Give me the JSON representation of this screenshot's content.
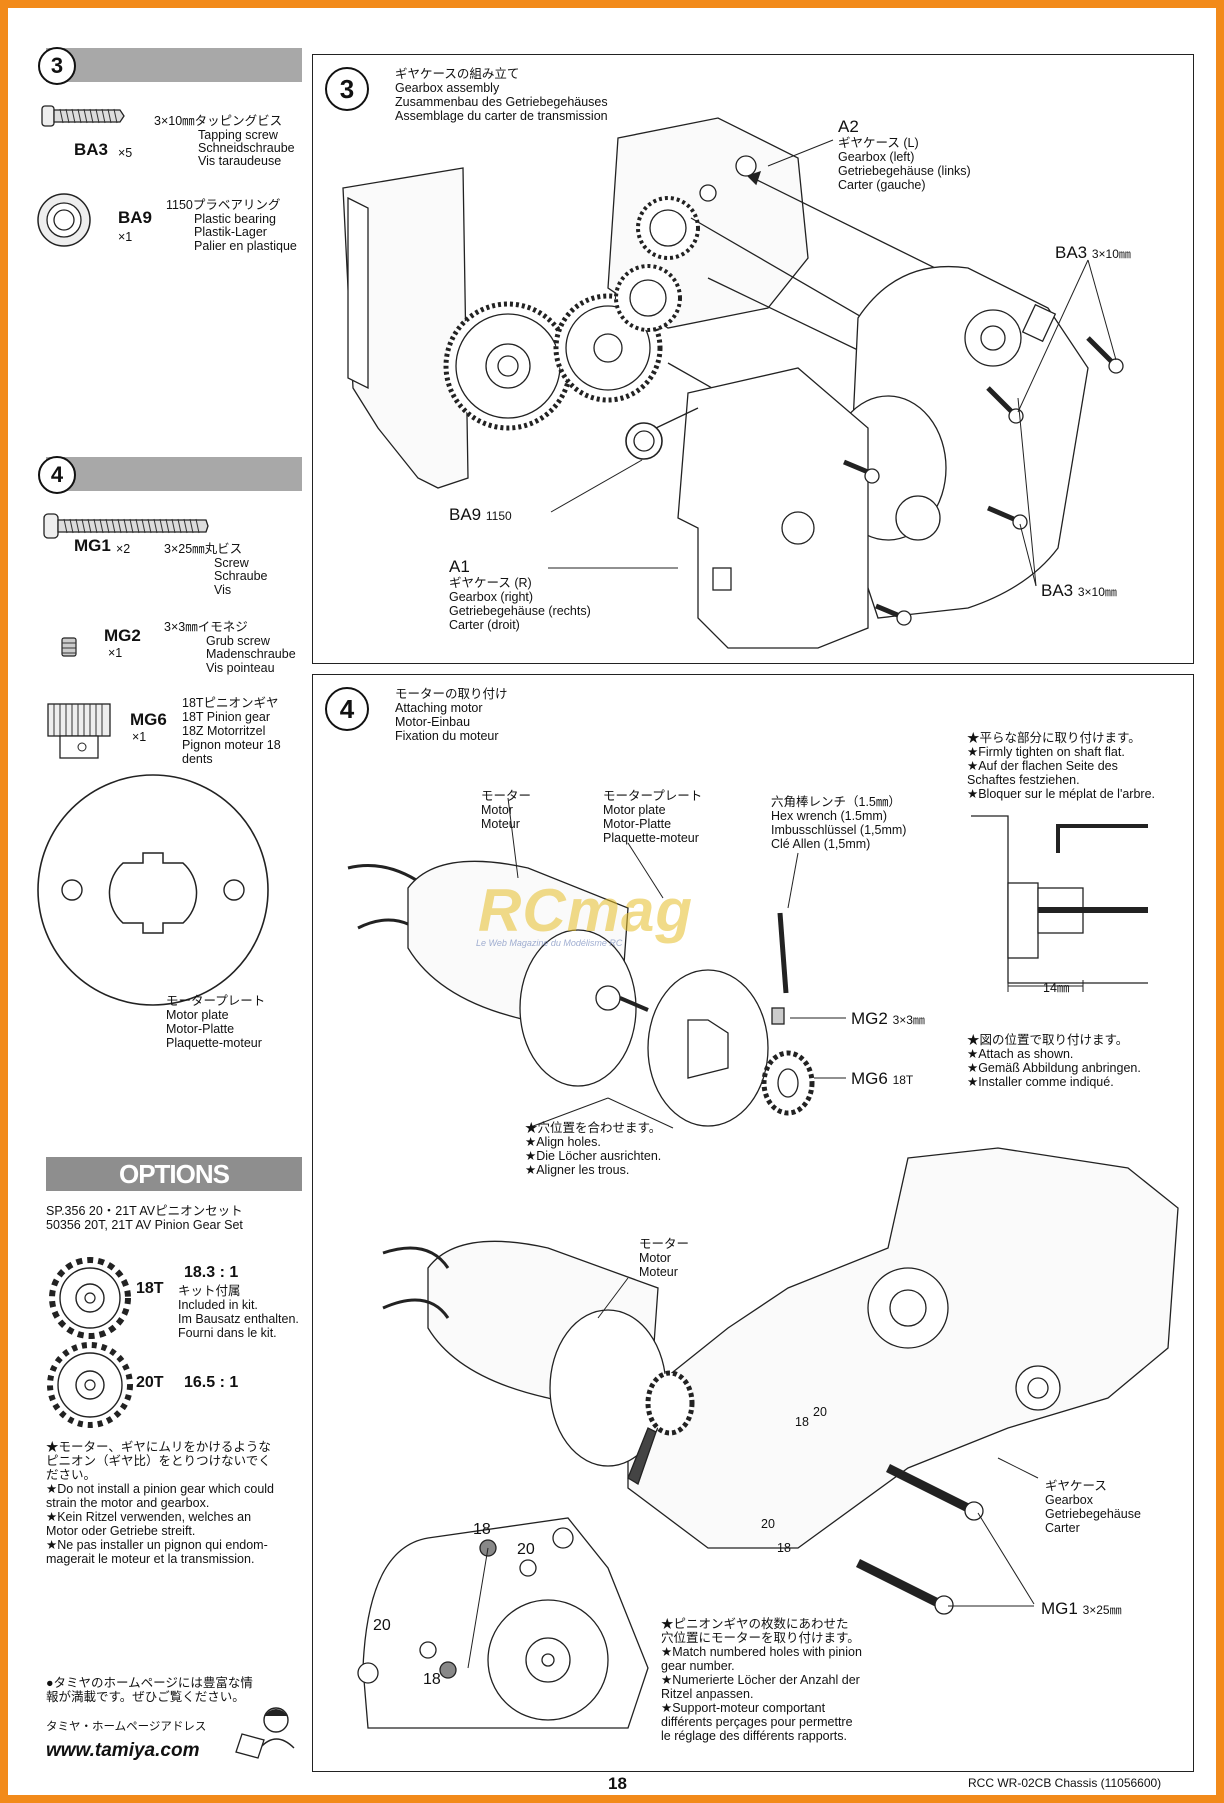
{
  "left": {
    "step3": {
      "number": "3",
      "parts": [
        {
          "code": "BA3",
          "qty": "×5",
          "jp": "3×10㎜タッピングビス",
          "en": "Tapping screw",
          "de": "Schneidschraube",
          "fr": "Vis taraudeuse"
        },
        {
          "code": "BA9",
          "qty": "×1",
          "jp": "1150プラベアリング",
          "en": "Plastic bearing",
          "de": "Plastik-Lager",
          "fr": "Palier en plastique"
        }
      ]
    },
    "step4": {
      "number": "4",
      "parts": [
        {
          "code": "MG1",
          "qty": "×2",
          "jp": "3×25㎜丸ビス",
          "en": "Screw",
          "de": "Schraube",
          "fr": "Vis"
        },
        {
          "code": "MG2",
          "qty": "×1",
          "jp": "3×3㎜イモネジ",
          "en": "Grub screw",
          "de": "Madenschraube",
          "fr": "Vis pointeau"
        },
        {
          "code": "MG6",
          "qty": "×1",
          "jp": "18Tピニオンギヤ",
          "en": "18T Pinion gear",
          "de": "18Z Motorritzel",
          "fr": "Pignon moteur 18",
          "fr2": "dents"
        }
      ],
      "motor_plate": {
        "jp": "モータープレート",
        "en": "Motor plate",
        "de": "Motor-Platte",
        "fr": "Plaquette-moteur"
      }
    },
    "options": {
      "title": "OPTIONS",
      "line1": "SP.356 20・21T AVピニオンセット",
      "line2": "50356 20T, 21T AV Pinion Gear Set",
      "gears": [
        {
          "teeth": "18T",
          "ratio": "18.3 : 1",
          "jp": "キット付属",
          "en": "Included in kit.",
          "de": "Im Bausatz enthalten.",
          "fr": "Fourni dans le kit."
        },
        {
          "teeth": "20T",
          "ratio": "16.5 : 1"
        }
      ],
      "warning": [
        "★モーター、ギヤにムリをかけるような",
        "ピニオン（ギヤ比）をとりつけないでく",
        "ださい。",
        "★Do not install a pinion gear which could",
        "strain the motor and gearbox.",
        "★Kein Ritzel verwenden, welches an",
        "Motor oder Getriebe streift.",
        "★Ne pas installer un pignon qui endom-",
        "magerait le moteur et la transmission."
      ],
      "homepage": [
        "●タミヤのホームページには豊富な情",
        "報が満載です。ぜひご覧ください。"
      ],
      "homepage_label": "タミヤ・ホームページアドレス",
      "url": "www.tamiya.com"
    }
  },
  "panel3": {
    "number": "3",
    "title_jp": "ギヤケースの組み立て",
    "title_en": "Gearbox assembly",
    "title_de": "Zusammenbau des Getriebegehäuses",
    "title_fr": "Assemblage du carter de transmission",
    "a2": {
      "code": "A2",
      "jp": "ギヤケース (L)",
      "en": "Gearbox (left)",
      "de": "Getriebegehäuse (links)",
      "fr": "Carter (gauche)"
    },
    "a1": {
      "code": "A1",
      "jp": "ギヤケース (R)",
      "en": "Gearbox (right)",
      "de": "Getriebegehäuse (rechts)",
      "fr": "Carter (droit)"
    },
    "ba3_top": {
      "code": "BA3",
      "size": "3×10㎜"
    },
    "ba3_bottom": {
      "code": "BA3",
      "size": "3×10㎜"
    },
    "ba9": {
      "code": "BA9",
      "size": "1150"
    }
  },
  "panel4": {
    "number": "4",
    "title_jp": "モーターの取り付け",
    "title_en": "Attaching motor",
    "title_de": "Motor-Einbau",
    "title_fr": "Fixation du moteur",
    "motor": {
      "jp": "モーター",
      "en": "Motor",
      "fr": "Moteur"
    },
    "motor_plate": {
      "jp": "モータープレート",
      "en": "Motor plate",
      "de": "Motor-Platte",
      "fr": "Plaquette-moteur"
    },
    "hex": {
      "jp": "六角棒レンチ（1.5㎜）",
      "en": "Hex wrench (1.5mm)",
      "de": "Imbusschlüssel (1,5mm)",
      "fr": "Clé Allen (1,5mm)"
    },
    "note_flat": [
      "★平らな部分に取り付けます。",
      "★Firmly tighten on shaft flat.",
      "★Auf der flachen Seite des",
      "Schaftes festziehen.",
      "★Bloquer sur le méplat de l'arbre."
    ],
    "dim": "14㎜",
    "mg2": {
      "code": "MG2",
      "size": "3×3㎜"
    },
    "mg6": {
      "code": "MG6",
      "size": "18T"
    },
    "note_attach": [
      "★図の位置で取り付けます。",
      "★Attach as shown.",
      "★Gemäß Abbildung anbringen.",
      "★Installer comme indiqué."
    ],
    "note_align": [
      "★穴位置を合わせます。",
      "★Align holes.",
      "★Die Löcher ausrichten.",
      "★Aligner les trous."
    ],
    "motor2": {
      "jp": "モーター",
      "en": "Motor",
      "fr": "Moteur"
    },
    "gearcase": {
      "jp": "ギヤケース",
      "en": "Gearbox",
      "de": "Getriebegehäuse",
      "fr": "Carter"
    },
    "mg1": {
      "code": "MG1",
      "size": "3×25㎜"
    },
    "note_match": [
      "★ピニオンギヤの枚数にあわせた",
      "穴位置にモーターを取り付けます。",
      "★Match numbered holes with pinion",
      "gear number.",
      "★Numerierte Löcher der Anzahl der",
      "Ritzel anpassen.",
      "★Support-moteur comportant",
      "différents perçages pour permettre",
      "le réglage des différents rapports."
    ],
    "hole_labels": {
      "h18a": "18",
      "h20a": "20",
      "h20b": "20",
      "h18b": "18",
      "c18": "18",
      "c20": "20",
      "c20b": "20",
      "c18b": "18"
    }
  },
  "watermark": {
    "brand": "RCmag",
    "tagline": "Le Web Magazine du Modélisme RC"
  },
  "footer": {
    "page": "18",
    "doc": "RCC WR-02CB Chassis (11056600)"
  }
}
